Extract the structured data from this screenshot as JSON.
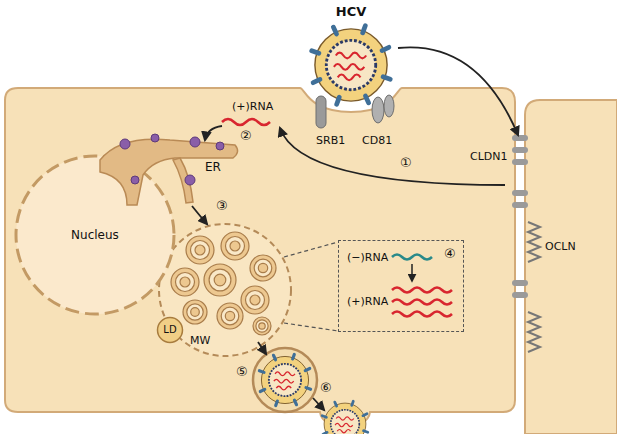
{
  "diagram": {
    "nodes": [
      {
        "text": [
          "HCV"
        ]
      },
      {
        "text": [
          "ER"
        ]
      },
      {
        "text": [
          "Nucleus"
        ]
      },
      {
        "text": [
          "LD"
        ]
      },
      {
        "text": [
          "(−)RNA",
          "(+)RNA"
        ]
      }
    ],
    "labels": [
      "(+)RNA",
      "①",
      "②",
      "③",
      "SRB1",
      "CD81",
      "CLDN1",
      "OCLN",
      "MW",
      "④",
      "⑤",
      "⑥"
    ]
  }
}
